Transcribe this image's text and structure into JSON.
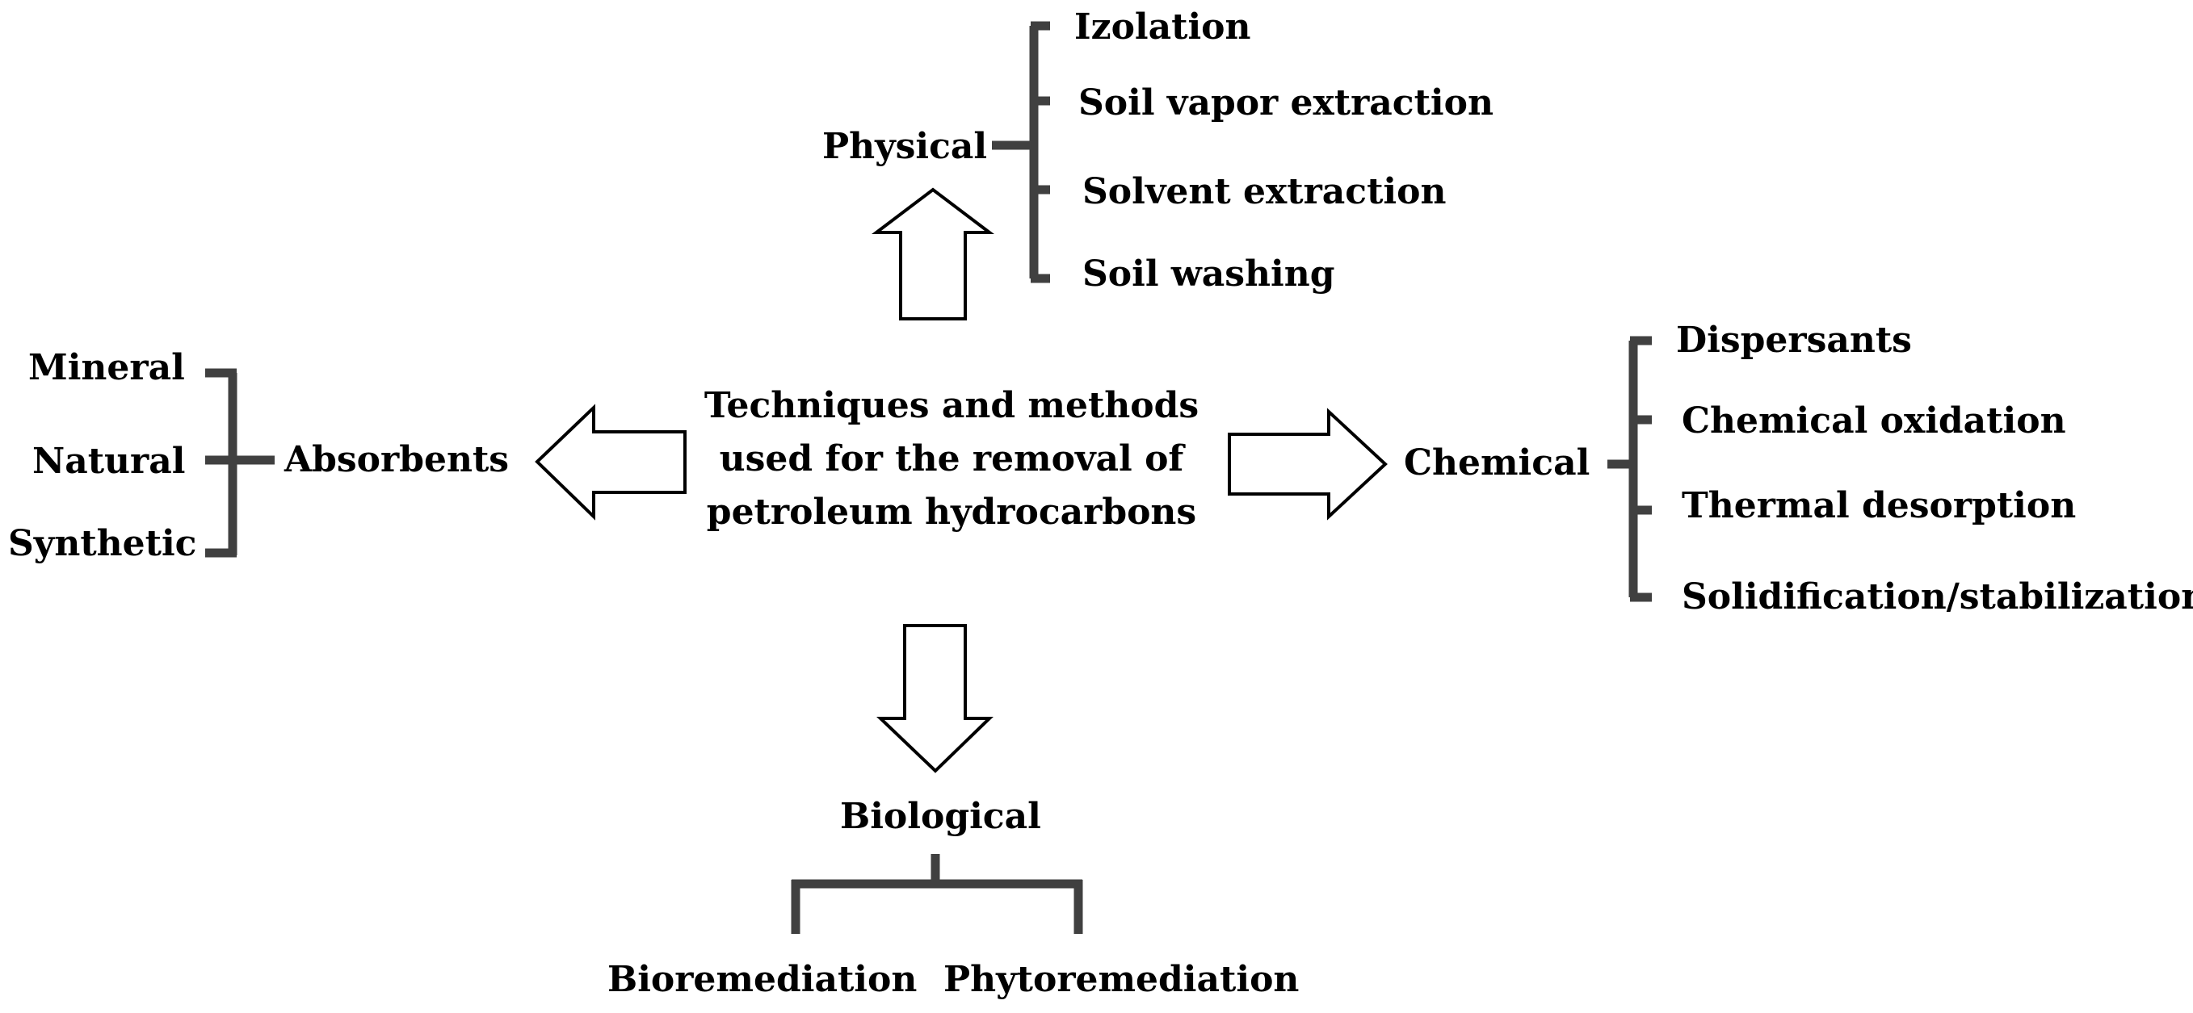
{
  "center": {
    "lines": [
      "Techniques and methods",
      "used for the removal of",
      "petroleum hydrocarbons"
    ]
  },
  "physical": {
    "label": "Physical",
    "items": [
      "Izolation",
      "Soil vapor extraction",
      "Solvent extraction",
      "Soil washing"
    ]
  },
  "chemical": {
    "label": "Chemical",
    "items": [
      "Dispersants",
      "Chemical oxidation",
      "Thermal desorption",
      "Solidification/stabilization"
    ]
  },
  "absorbents": {
    "label": "Absorbents",
    "items": [
      "Mineral",
      "Natural",
      "Synthetic"
    ]
  },
  "biological": {
    "label": "Biological",
    "items": [
      "Bioremediation",
      "Phytoremediation"
    ]
  },
  "colors": {
    "bracket": "#404040",
    "text": "#000000",
    "arrow_stroke": "#000000",
    "arrow_fill": "#ffffff"
  }
}
